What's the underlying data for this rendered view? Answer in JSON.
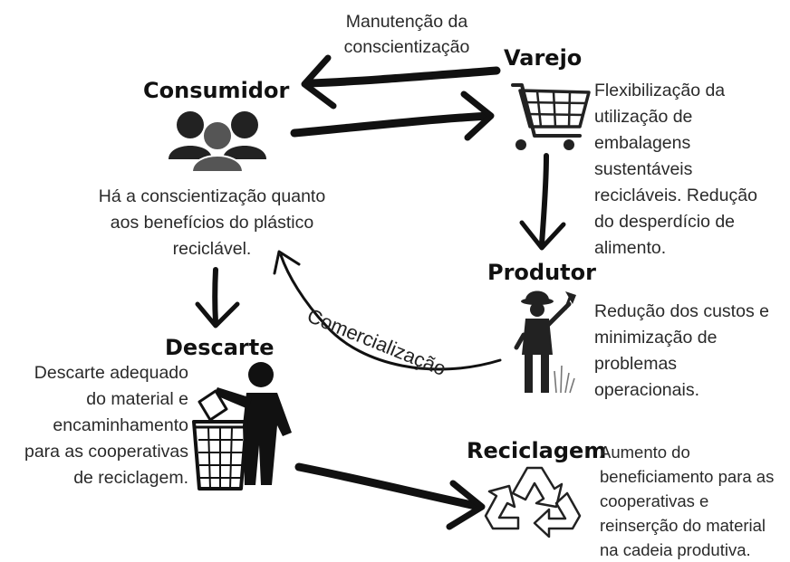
{
  "nodes": {
    "consumidor": {
      "title": "Consumidor",
      "desc": [
        "Há a conscientização quanto",
        "aos benefícios do plástico",
        "reciclável."
      ]
    },
    "varejo": {
      "title": "Varejo",
      "desc": [
        "Flexibilização da",
        "utilização de",
        "embalagens",
        "sustentáveis",
        "recicláveis. Redução",
        "do desperdício de",
        "alimento."
      ]
    },
    "produtor": {
      "title": "Produtor",
      "desc": [
        "Redução dos custos e",
        "minimização de",
        "problemas",
        "operacionais."
      ]
    },
    "descarte": {
      "title": "Descarte",
      "desc": [
        "Descarte adequado",
        "do material e",
        "encaminhamento",
        "para as cooperativas",
        "de reciclagem."
      ]
    },
    "reciclagem": {
      "title": "Reciclagem",
      "desc": [
        "Aumento do",
        "beneficiamento para as",
        "cooperativas e",
        "reinserção do material",
        "na cadeia produtiva."
      ]
    }
  },
  "edges": {
    "varejo_to_consumidor": [
      "Manutenção da",
      "conscientização"
    ],
    "produtor_to_consumidor": "Comercialização"
  },
  "icons": [
    "people-icon",
    "shopping-cart-icon",
    "farmer-icon",
    "trash-bin-icon",
    "recycle-icon"
  ]
}
